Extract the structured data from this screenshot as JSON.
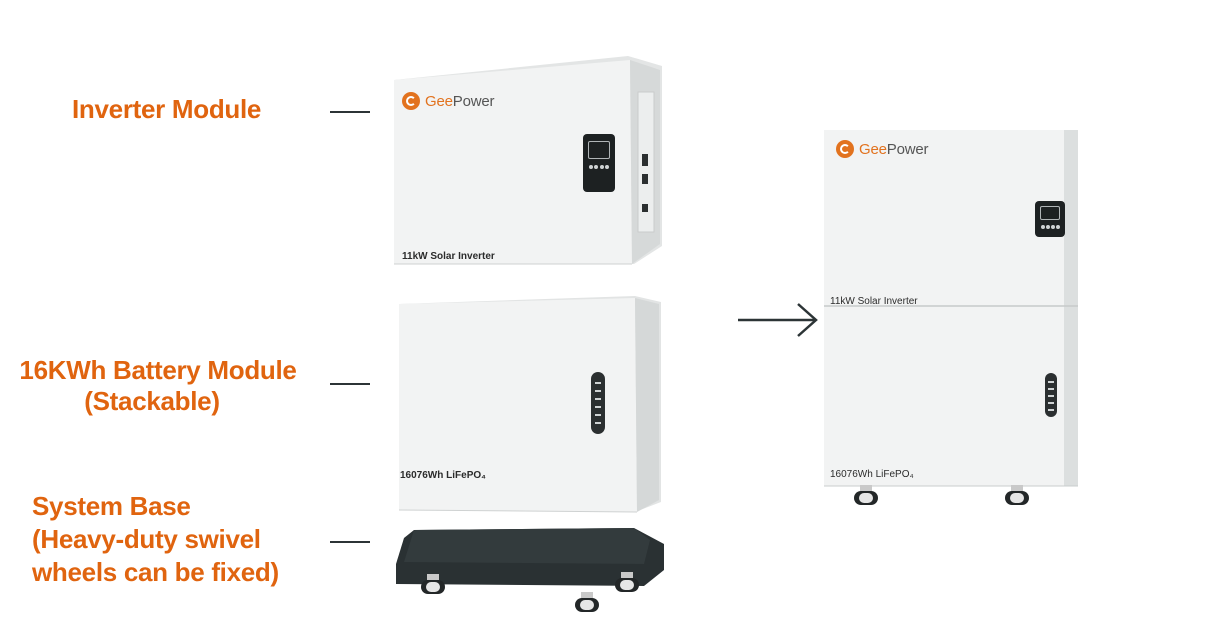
{
  "labels": {
    "inverter": "Inverter Module",
    "battery_line1": "16KWh Battery Module",
    "battery_line2": "(Stackable)",
    "base_line1": "System Base",
    "base_line2": "(Heavy-duty swivel",
    "base_line3": "wheels can be fixed)"
  },
  "products": {
    "brand_prefix": "Gee",
    "brand_suffix": "Power",
    "inverter_model": "11kW Solar Inverter",
    "battery_model": "16076Wh LiFePO₄"
  },
  "colors": {
    "label_orange": "#e0640f",
    "brand_orange": "#e2721e",
    "casing": "#f1f2f2",
    "base_dark": "#2a3133",
    "leader": "#2c3436"
  },
  "icons": {
    "brand_logo": "geepower-logo-icon",
    "arrow": "right-arrow-icon"
  }
}
